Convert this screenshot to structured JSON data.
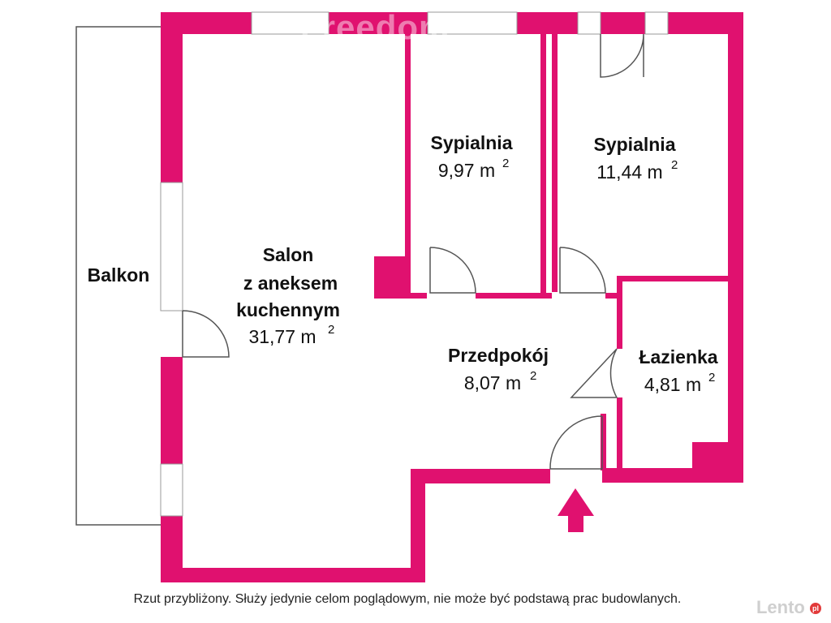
{
  "rooms": {
    "balkon": {
      "name": "Balkon"
    },
    "salon": {
      "name_line1": "Salon",
      "name_line2": "z aneksem",
      "name_line3": "kuchennym",
      "area": "31,77 m",
      "unit_sup": "2"
    },
    "sypialnia1": {
      "name": "Sypialnia",
      "area": "9,97 m",
      "unit_sup": "2"
    },
    "sypialnia2": {
      "name": "Sypialnia",
      "area": "11,44 m",
      "unit_sup": "2"
    },
    "przedpokoj": {
      "name": "Przedpokój",
      "area": "8,07 m",
      "unit_sup": "2"
    },
    "lazienka": {
      "name": "Łazienka",
      "area": "4,81 m",
      "unit_sup": "2"
    }
  },
  "disclaimer": "Rzut przybliżony. Służy jedynie celom poglądowym, nie może być podstawą prac budowlanych.",
  "watermarks": {
    "brand": "Freedom",
    "site": "Lento",
    "site_badge": "pl"
  },
  "colors": {
    "wall": "#e0116f",
    "text": "#111111"
  },
  "icons": {
    "entrance": "entrance-arrow-icon"
  }
}
